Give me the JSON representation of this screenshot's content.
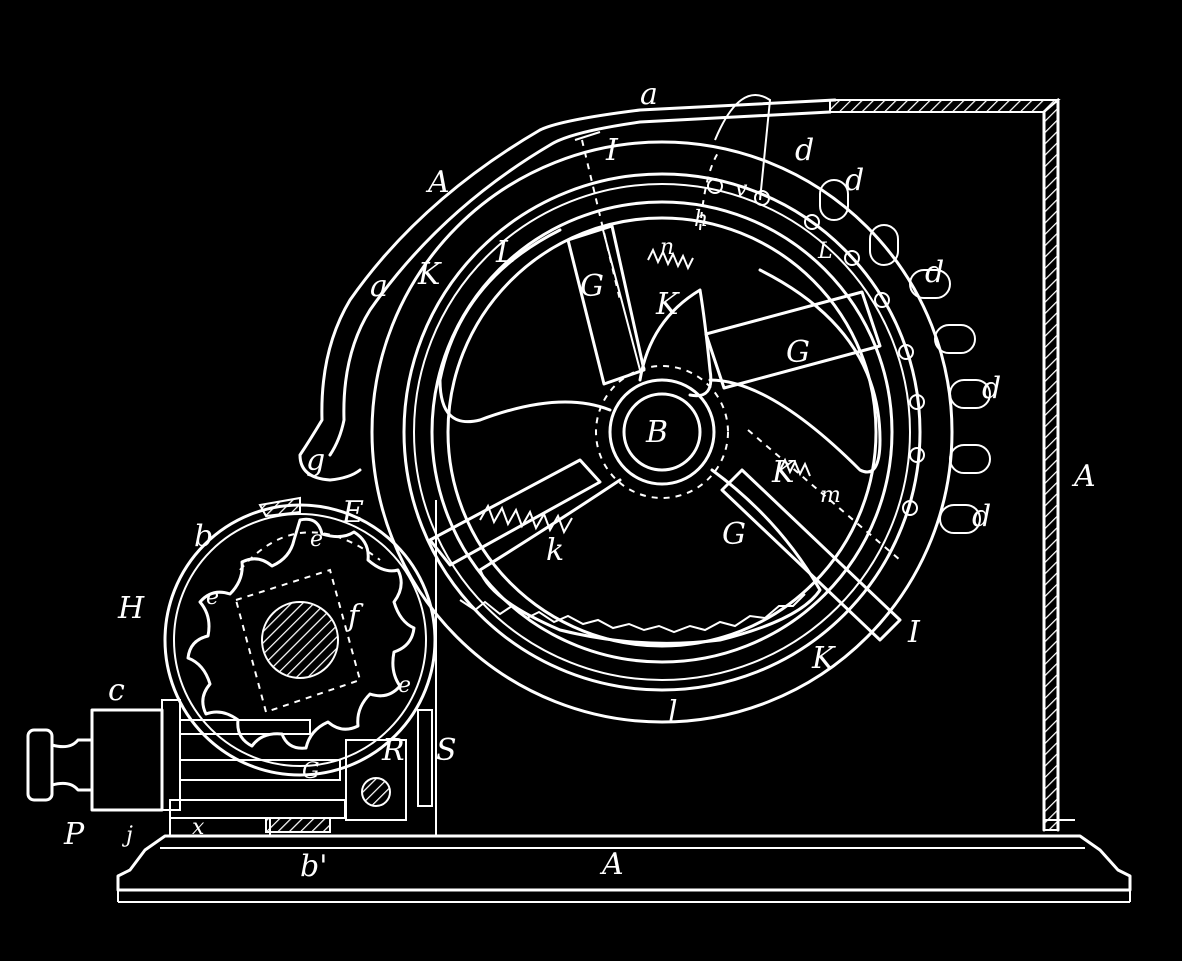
{
  "labels": {
    "a_top": "a",
    "A_left": "A",
    "a_mid": "a",
    "K_upper": "K",
    "L_upper": "L",
    "I_top": "I",
    "d_1": "d",
    "d_2": "d",
    "d_3": "d",
    "d_4": "d",
    "d_5": "d",
    "h_label": "h",
    "v_label": "v",
    "L_right": "L",
    "G_upper": "G",
    "n_upper": "n",
    "K_inner": "K",
    "G_right": "G",
    "B_hub": "B",
    "g_label": "g",
    "E_label": "E",
    "b_label": "b",
    "e_top": "e",
    "e_left": "e",
    "f_label": "f",
    "e_right": "e",
    "H_label": "H",
    "k_label": "k",
    "G_lower": "G",
    "K_lower": "K",
    "m_label": "m",
    "I_right": "I",
    "K_rim": "K",
    "l_label": "l",
    "A_right": "A",
    "c_label": "c",
    "R_label": "R",
    "S_label": "S",
    "G_small": "G",
    "P_label": "P",
    "j_label": "j",
    "x_label": "x",
    "b_prime": "b'",
    "A_base": "A"
  },
  "icons": [
    "gear-icon",
    "wheel-icon",
    "spring-icon",
    "knob-icon"
  ],
  "colors": {
    "background": "#000000",
    "lines": "#ffffff"
  }
}
